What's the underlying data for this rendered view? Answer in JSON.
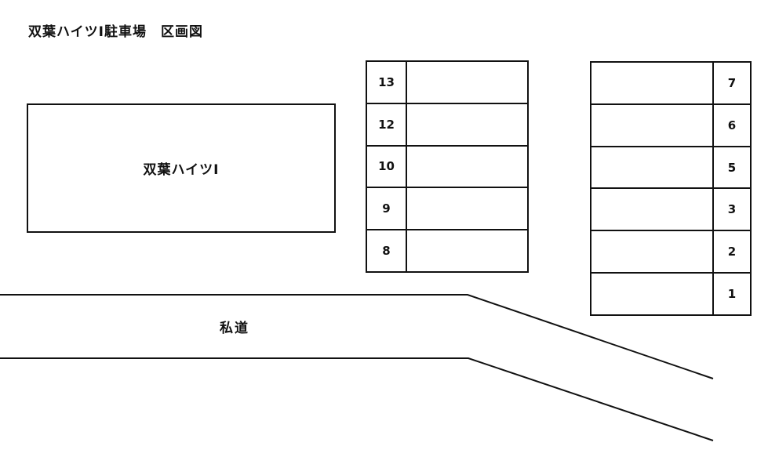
{
  "page": {
    "title": "双葉ハイツⅠ駐車場　区画図"
  },
  "building": {
    "label": "双葉ハイツⅠ"
  },
  "parking": {
    "left_block": {
      "numbers_side": "left",
      "spaces": [
        "13",
        "12",
        "10",
        "9",
        "8"
      ]
    },
    "right_block": {
      "numbers_side": "right",
      "spaces": [
        "7",
        "6",
        "5",
        "3",
        "2",
        "1"
      ]
    }
  },
  "road": {
    "label": "私道"
  },
  "colors": {
    "line": "#111111",
    "background": "#ffffff",
    "text": "#111111"
  }
}
